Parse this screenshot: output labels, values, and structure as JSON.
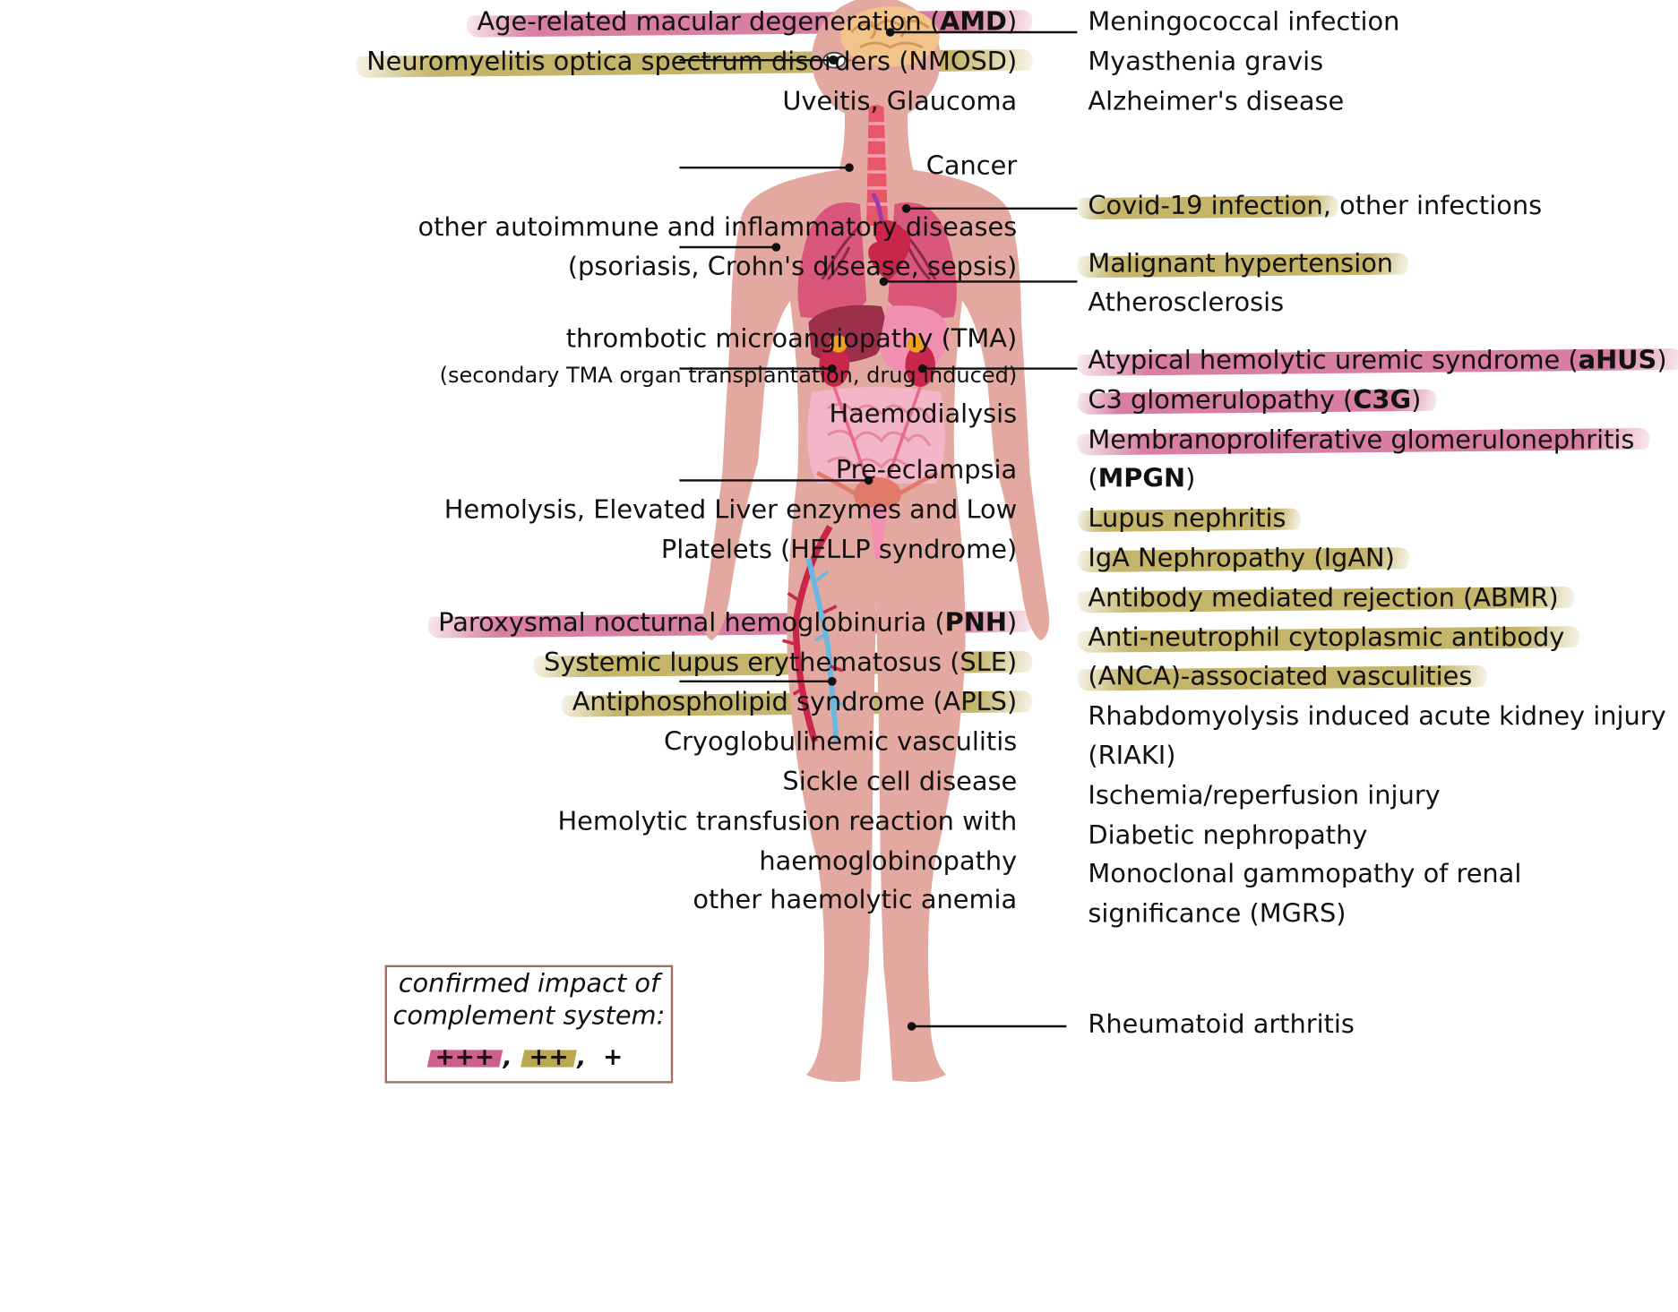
{
  "left_groups": [
    {
      "lines": [
        {
          "text": "Age-related macular degeneration (",
          "bold": "AMD",
          "tail": ")",
          "highlight": "pink"
        },
        {
          "text": "Neuromyelitis optica spectrum disorders (NMOSD)",
          "highlight": "olive"
        },
        {
          "text": "Uveitis, Glaucoma"
        }
      ]
    },
    {
      "lines": [
        {
          "text": "Cancer"
        }
      ]
    },
    {
      "lines": [
        {
          "text": "other autoimmune and inflammatory diseases"
        },
        {
          "text": "(psoriasis, Crohn's disease, sepsis)"
        }
      ]
    },
    {
      "lines": [
        {
          "text": "thrombotic microangiopathy (TMA)"
        },
        {
          "text": "(secondary TMA organ transplantation, drug induced)",
          "small": true
        },
        {
          "text": "Haemodialysis"
        }
      ]
    },
    {
      "lines": [
        {
          "text": "Pre-eclampsia"
        },
        {
          "text": "Hemolysis, Elevated Liver enzymes and Low"
        },
        {
          "text": "Platelets (HELLP syndrome)"
        }
      ]
    },
    {
      "lines": [
        {
          "text": "Paroxysmal nocturnal hemoglobinuria (",
          "bold": "PNH",
          "tail": ")",
          "highlight": "pink"
        },
        {
          "text": "Systemic lupus erythematosus (SLE)",
          "highlight": "olive"
        },
        {
          "text": "Antiphospholipid syndrome (APLS)",
          "highlight": "olive"
        },
        {
          "text": "Cryoglobulinemic vasculitis"
        },
        {
          "text": "Sickle cell disease"
        },
        {
          "text": "Hemolytic transfusion reaction with"
        },
        {
          "text": "haemoglobinopathy"
        },
        {
          "text": "other haemolytic anemia"
        }
      ]
    }
  ],
  "right_groups": [
    {
      "lines": [
        {
          "text": "Meningococcal infection"
        },
        {
          "text": "Myasthenia gravis"
        },
        {
          "text": "Alzheimer's disease"
        }
      ]
    },
    {
      "lines": [
        {
          "text": "Covid-19 infection",
          "highlight": "olive",
          "tail_plain": ", other infections"
        }
      ]
    },
    {
      "lines": [
        {
          "text": "Malignant hypertension",
          "highlight": "olive"
        },
        {
          "text": "Atherosclerosis"
        }
      ]
    },
    {
      "lines": [
        {
          "text": "Atypical hemolytic uremic syndrome (",
          "bold": "aHUS",
          "tail": ")",
          "highlight": "pink"
        },
        {
          "text": "C3 glomerulopathy (",
          "bold": "C3G",
          "tail": ")",
          "highlight": "pink"
        },
        {
          "text": "Membranoproliferative glomerulonephritis",
          "highlight": "pink"
        },
        {
          "text": "(",
          "bold": "MPGN",
          "tail": ")"
        },
        {
          "text": "Lupus nephritis",
          "highlight": "olive"
        },
        {
          "text": "IgA Nephropathy (IgAN)",
          "highlight": "olive"
        },
        {
          "text": "Antibody mediated rejection (ABMR)",
          "highlight": "olive"
        },
        {
          "text": "Anti-neutrophil cytoplasmic antibody",
          "highlight": "olive"
        },
        {
          "text": "(ANCA)-associated vasculities",
          "highlight": "olive"
        },
        {
          "text": "Rhabdomyolysis induced acute kidney injury"
        },
        {
          "text": "(RIAKI)"
        },
        {
          "text": "Ischemia/reperfusion injury"
        },
        {
          "text": "Diabetic nephropathy"
        },
        {
          "text": "Monoclonal gammopathy of renal"
        },
        {
          "text": "significance (MGRS)"
        }
      ]
    },
    {
      "lines": [
        {
          "text": "Rheumatoid arthritis"
        }
      ]
    }
  ],
  "legend": {
    "line1": "confirmed impact of",
    "line2": "complement system:",
    "keys": [
      {
        "label": "+++",
        "highlight": "pink"
      },
      {
        "label": "++",
        "highlight": "olive"
      },
      {
        "label": "+",
        "highlight": "none"
      }
    ]
  },
  "colors": {
    "pink": "#ce608c",
    "olive": "#b9a850",
    "skin": "#e3a8a0",
    "line": "#111111",
    "legend_border": "#a37067"
  }
}
